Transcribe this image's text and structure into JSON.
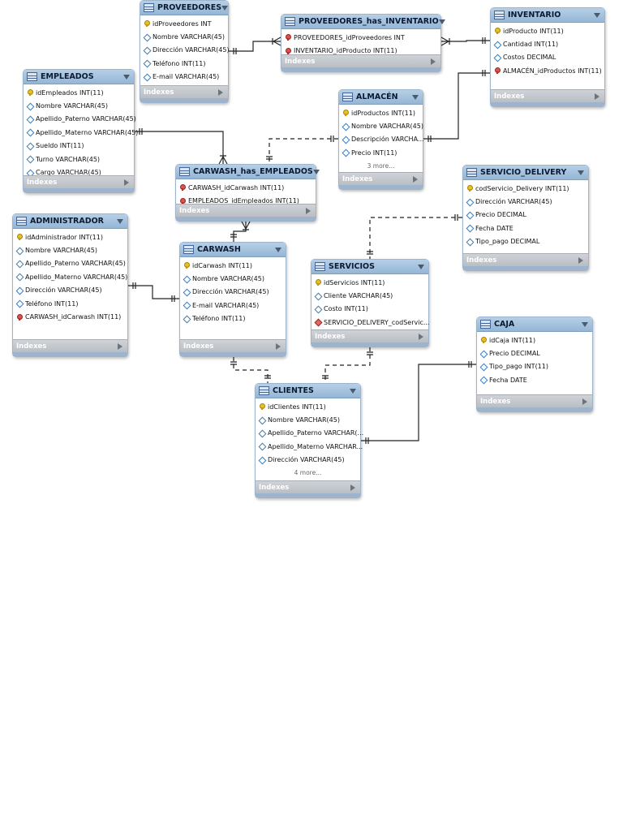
{
  "indexes_label": "Indexes",
  "tables": [
    {
      "id": "proveedores",
      "name": "PROVEEDORES",
      "columns": [
        {
          "icon": "pk",
          "text": "idProveedores INT"
        },
        {
          "icon": "col",
          "text": "Nombre VARCHAR(45)"
        },
        {
          "icon": "col",
          "text": "Dirección VARCHAR(45)"
        },
        {
          "icon": "col",
          "text": "Teléfono INT(11)"
        },
        {
          "icon": "col",
          "text": "E-mail VARCHAR(45)"
        }
      ]
    },
    {
      "id": "proveedores_has_inventario",
      "name": "PROVEEDORES_has_INVENTARIO",
      "columns": [
        {
          "icon": "fk",
          "text": "PROVEEDORES_idProveedores INT"
        },
        {
          "icon": "fk",
          "text": "INVENTARIO_idProducto INT(11)"
        }
      ]
    },
    {
      "id": "inventario",
      "name": "INVENTARIO",
      "columns": [
        {
          "icon": "pk",
          "text": "idProducto INT(11)"
        },
        {
          "icon": "col",
          "text": "Cantidad INT(11)"
        },
        {
          "icon": "col",
          "text": "Costos DECIMAL"
        },
        {
          "icon": "fk",
          "text": "ALMACÉN_idProductos INT(11)"
        }
      ]
    },
    {
      "id": "empleados",
      "name": "EMPLEADOS",
      "columns": [
        {
          "icon": "pk",
          "text": "idEmpleados INT(11)"
        },
        {
          "icon": "col",
          "text": "Nombre VARCHAR(45)"
        },
        {
          "icon": "col",
          "text": "Apellido_Paterno VARCHAR(45)"
        },
        {
          "icon": "col",
          "text": "Apellido_Materno VARCHAR(45)"
        },
        {
          "icon": "col",
          "text": "Sueldo INT(11)"
        },
        {
          "icon": "col",
          "text": "Turno VARCHAR(45)"
        },
        {
          "icon": "col",
          "text": "Cargo VARCHAR(45)"
        }
      ]
    },
    {
      "id": "almacen",
      "name": "ALMACÉN",
      "columns": [
        {
          "icon": "pk",
          "text": "idProductos INT(11)"
        },
        {
          "icon": "col",
          "text": "Nombre VARCHAR(45)"
        },
        {
          "icon": "col",
          "text": "Descripción VARCHA..."
        },
        {
          "icon": "col",
          "text": "Precio INT(11)"
        }
      ],
      "more": "3 more..."
    },
    {
      "id": "carwash_has_empleados",
      "name": "CARWASH_has_EMPLEADOS",
      "columns": [
        {
          "icon": "fk",
          "text": "CARWASH_idCarwash INT(11)"
        },
        {
          "icon": "fk",
          "text": "EMPLEADOS_idEmpleados INT(11)"
        }
      ]
    },
    {
      "id": "servicio_delivery",
      "name": "SERVICIO_DELIVERY",
      "columns": [
        {
          "icon": "pk",
          "text": "codServicio_Delivery INT(11)"
        },
        {
          "icon": "col",
          "text": "Dirección VARCHAR(45)"
        },
        {
          "icon": "col",
          "text": "Precio DECIMAL"
        },
        {
          "icon": "col",
          "text": "Fecha DATE"
        },
        {
          "icon": "col",
          "text": "Tipo_pago DECIMAL"
        }
      ]
    },
    {
      "id": "administrador",
      "name": "ADMINISTRADOR",
      "columns": [
        {
          "icon": "pk",
          "text": "idAdministrador INT(11)"
        },
        {
          "icon": "col",
          "text": "Nombre VARCHAR(45)"
        },
        {
          "icon": "col",
          "text": "Apellido_Paterno VARCHAR(45)"
        },
        {
          "icon": "col",
          "text": "Apellido_Materno VARCHAR(45)"
        },
        {
          "icon": "col",
          "text": "Dirección VARCHAR(45)"
        },
        {
          "icon": "col",
          "text": "Teléfono INT(11)"
        },
        {
          "icon": "fk",
          "text": "CARWASH_idCarwash INT(11)"
        }
      ]
    },
    {
      "id": "carwash",
      "name": "CARWASH",
      "columns": [
        {
          "icon": "pk",
          "text": "idCarwash INT(11)"
        },
        {
          "icon": "col",
          "text": "Nombre VARCHAR(45)"
        },
        {
          "icon": "col",
          "text": "Dirección VARCHAR(45)"
        },
        {
          "icon": "col",
          "text": "E-mail VARCHAR(45)"
        },
        {
          "icon": "col",
          "text": "Teléfono INT(11)"
        }
      ]
    },
    {
      "id": "servicios",
      "name": "SERVICIOS",
      "columns": [
        {
          "icon": "pk",
          "text": "idServicios INT(11)"
        },
        {
          "icon": "col",
          "text": "Cliente VARCHAR(45)"
        },
        {
          "icon": "col",
          "text": "Costo INT(11)"
        },
        {
          "icon": "fkd",
          "text": "SERVICIO_DELIVERY_codServic..."
        }
      ]
    },
    {
      "id": "caja",
      "name": "CAJA",
      "columns": [
        {
          "icon": "pk",
          "text": "idCaja INT(11)"
        },
        {
          "icon": "col",
          "text": "Precio DECIMAL"
        },
        {
          "icon": "col",
          "text": "Tipo_pago INT(11)"
        },
        {
          "icon": "col",
          "text": "Fecha DATE"
        }
      ]
    },
    {
      "id": "clientes",
      "name": "CLIENTES",
      "columns": [
        {
          "icon": "pk",
          "text": "idClientes INT(11)"
        },
        {
          "icon": "col",
          "text": "Nombre VARCHAR(45)"
        },
        {
          "icon": "col",
          "text": "Apellido_Paterno VARCHAR(..."
        },
        {
          "icon": "col",
          "text": "Apellido_Materno VARCHAR..."
        },
        {
          "icon": "col",
          "text": "Dirección VARCHAR(45)"
        }
      ],
      "more": "4 more..."
    }
  ],
  "relationships": [
    {
      "from": "proveedores",
      "to": "proveedores_has_inventario",
      "line": "solid",
      "from_end": "one",
      "to_end": "many"
    },
    {
      "from": "inventario",
      "to": "proveedores_has_inventario",
      "line": "solid",
      "from_end": "one",
      "to_end": "many"
    },
    {
      "from": "almacen",
      "to": "inventario",
      "line": "solid",
      "from_end": "one",
      "to_end": "one"
    },
    {
      "from": "empleados",
      "to": "carwash_has_empleados",
      "line": "solid",
      "from_end": "one",
      "to_end": "many"
    },
    {
      "from": "almacen",
      "to": "carwash_has_empleados",
      "line": "dashed",
      "from_end": "one",
      "to_end": "one"
    },
    {
      "from": "carwash",
      "to": "carwash_has_empleados",
      "line": "solid",
      "from_end": "one",
      "to_end": "many"
    },
    {
      "from": "carwash",
      "to": "administrador",
      "line": "solid",
      "from_end": "one",
      "to_end": "one"
    },
    {
      "from": "servicio_delivery",
      "to": "servicios",
      "line": "dashed",
      "from_end": "one",
      "to_end": "one"
    },
    {
      "from": "carwash",
      "to": "clientes",
      "line": "dashed",
      "from_end": "one",
      "to_end": "one"
    },
    {
      "from": "servicios",
      "to": "clientes",
      "line": "dashed",
      "from_end": "one",
      "to_end": "one"
    },
    {
      "from": "caja",
      "to": "clientes",
      "line": "solid",
      "from_end": "one",
      "to_end": "one"
    }
  ]
}
